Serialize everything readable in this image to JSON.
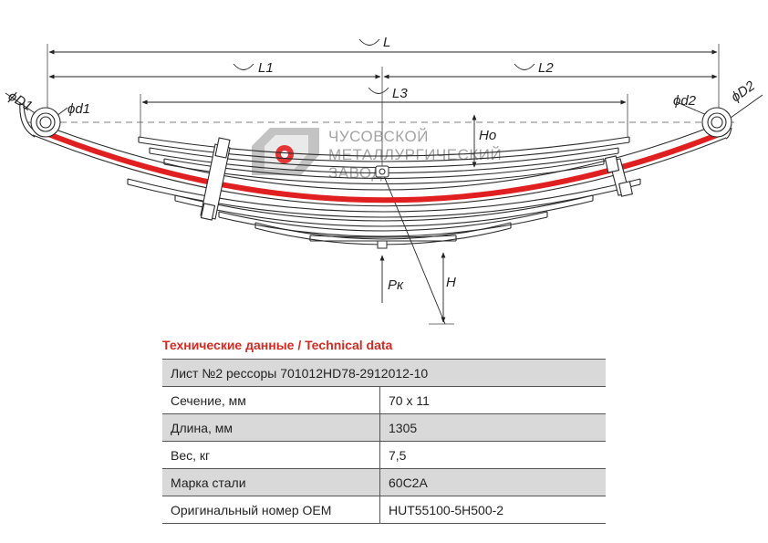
{
  "diagram": {
    "dimension_labels": {
      "L": "L",
      "L1": "L1",
      "L2": "L2",
      "L3": "L3",
      "Ho": "Ho",
      "H": "H",
      "Pk": "Pк",
      "D1": "ϕD1",
      "d1": "ϕd1",
      "d2": "ϕd2",
      "D2": "ϕD2"
    },
    "colors": {
      "main_leaf": "#e02020",
      "line": "#2a2a2a",
      "watermark_red": "#e02020",
      "watermark_grey": "#9a9a9a"
    }
  },
  "watermark": {
    "line1": "ЧУСОВСКОЙ",
    "line2": "МЕТАЛЛУРГИЧЕСКИЙ",
    "line3": "ЗАВОД"
  },
  "technical_data": {
    "heading": "Технические данные / Technical data",
    "part_name": "Лист №2 рессоры 701012HD78-2912012-10",
    "rows": [
      {
        "label": "Сечение, мм",
        "value": "70 х 11"
      },
      {
        "label": "Длина, мм",
        "value": "1305"
      },
      {
        "label": "Вес, кг",
        "value": "7,5"
      },
      {
        "label": "Марка стали",
        "value": "60С2А"
      },
      {
        "label": "Оригинальный номер OEM",
        "value": "HUT55100-5H500-2"
      }
    ]
  }
}
